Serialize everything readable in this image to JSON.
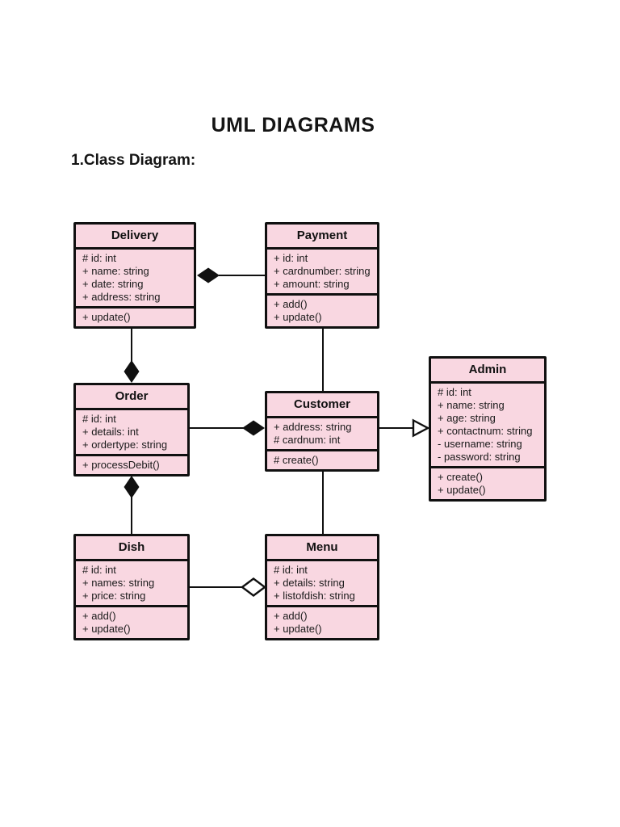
{
  "page": {
    "title": "UML DIAGRAMS",
    "section_heading": "1.Class Diagram:"
  },
  "diagram": {
    "colors": {
      "class_fill": "#f9d7e1",
      "border": "#101010",
      "line": "#101010"
    },
    "classes": [
      {
        "name": "Delivery",
        "attributes": [
          "# id: int",
          "+ name: string",
          "+ date: string",
          "+ address: string"
        ],
        "methods": [
          "+ update()"
        ]
      },
      {
        "name": "Payment",
        "attributes": [
          "+ id: int",
          "+ cardnumber: string",
          "+ amount: string"
        ],
        "methods": [
          "+ add()",
          "+ update()"
        ]
      },
      {
        "name": "Order",
        "attributes": [
          "# id: int",
          "+ details: int",
          "+ ordertype: string"
        ],
        "methods": [
          "+ processDebit()"
        ]
      },
      {
        "name": "Customer",
        "attributes": [
          "+ address: string",
          "# cardnum: int"
        ],
        "methods": [
          "# create()"
        ]
      },
      {
        "name": "Admin",
        "attributes": [
          "# id: int",
          "+ name: string",
          "+ age: string",
          "+ contactnum: string",
          "- username: string",
          "- password: string"
        ],
        "methods": [
          "+ create()",
          "+ update()"
        ]
      },
      {
        "name": "Dish",
        "attributes": [
          "# id: int",
          "+ names: string",
          "+ price: string"
        ],
        "methods": [
          "+ add()",
          "+ update()"
        ]
      },
      {
        "name": "Menu",
        "attributes": [
          "# id: int",
          "+ details: string",
          "+ listofdish: string"
        ],
        "methods": [
          "+ add()",
          "+ update()"
        ]
      }
    ],
    "relationships": [
      {
        "from": "Payment",
        "to": "Delivery",
        "type": "composition",
        "diamond_at": "Delivery"
      },
      {
        "from": "Delivery",
        "to": "Order",
        "type": "composition",
        "diamond_at": "Order"
      },
      {
        "from": "Order",
        "to": "Customer",
        "type": "composition",
        "diamond_at": "Customer"
      },
      {
        "from": "Customer",
        "to": "Admin",
        "type": "generalization",
        "arrow_at": "Admin"
      },
      {
        "from": "Payment",
        "to": "Customer",
        "type": "association"
      },
      {
        "from": "Dish",
        "to": "Order",
        "type": "composition",
        "diamond_at": "Order"
      },
      {
        "from": "Customer",
        "to": "Menu",
        "type": "association"
      },
      {
        "from": "Dish",
        "to": "Menu",
        "type": "aggregation",
        "diamond_at": "Menu"
      }
    ]
  }
}
